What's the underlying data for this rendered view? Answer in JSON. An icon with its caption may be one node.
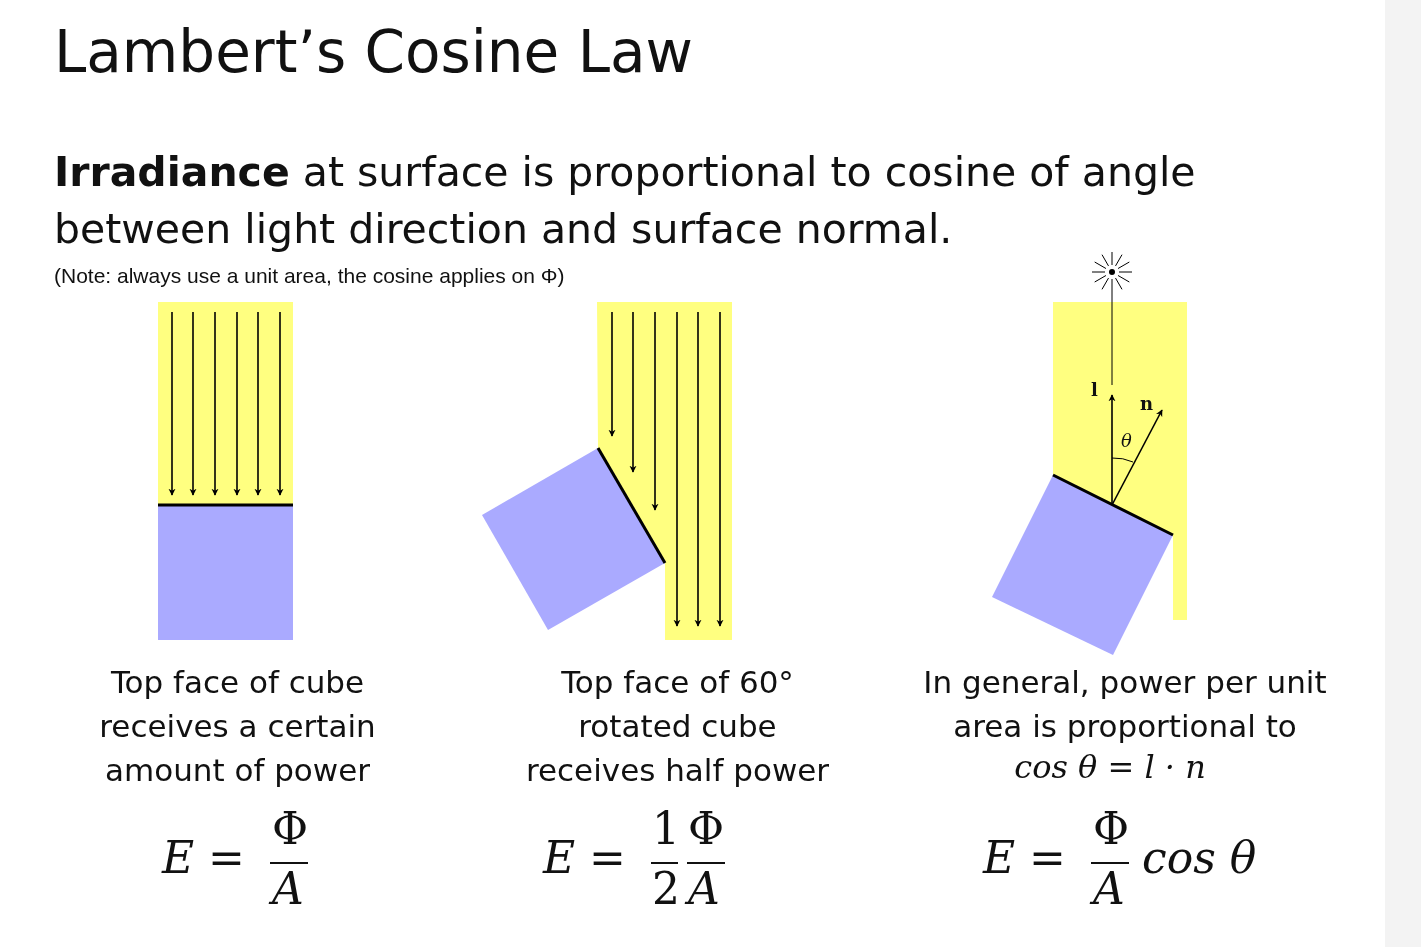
{
  "diagram": {
    "title": "Lambert’s Cosine Law",
    "labels": [
      "**Irradiance** at surface is proportional to cosine of angle between light direction and surface normal.",
      "(Note: always use a unit area, the cosine applies on Φ)",
      "l",
      "n",
      "θ",
      "Top face of cube receives a certain amount of power",
      "Top face of 60° rotated cube receives half power",
      "In general, power per unit area is proportional to",
      "cos θ = l · n",
      "E =",
      "Φ",
      "A",
      "E =",
      "1",
      "2",
      "Φ",
      "A",
      "E =",
      "Φ",
      "A",
      "cos θ"
    ]
  }
}
